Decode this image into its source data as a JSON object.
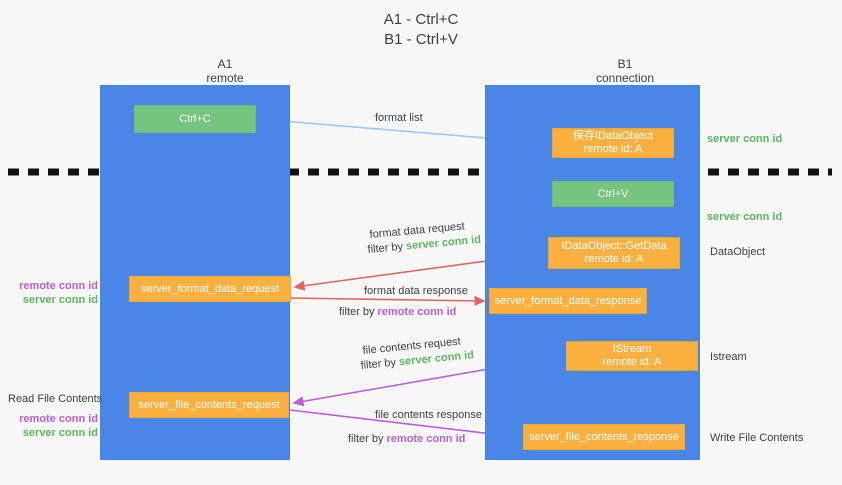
{
  "title": {
    "line1": "A1 - Ctrl+C",
    "line2": "B1 - Ctrl+V"
  },
  "colors": {
    "lane": "#4a86e8",
    "green_node": "#76c47d",
    "orange_node": "#fbb040",
    "server_conn_id": "#5cb85c",
    "remote_conn_id": "#bb5fd6",
    "arrow_blue": "#9fc5f8",
    "arrow_red": "#e06666",
    "arrow_purple": "#bb5fd6",
    "arrow_black": "#000000",
    "background": "#f8f8f8"
  },
  "columns": [
    {
      "name": "A1",
      "role": "remote"
    },
    {
      "name": "B1",
      "role": "connection"
    }
  ],
  "nodes": {
    "ctrl_c": {
      "label": "Ctrl+C",
      "sub": ""
    },
    "save_dataobject": {
      "label": "保存IDataObject",
      "sub": "remote id: A"
    },
    "ctrl_v": {
      "label": "Ctrl+V",
      "sub": ""
    },
    "getdata": {
      "label": "IDataObject::GetData",
      "sub": "remote id: A"
    },
    "format_data_request": {
      "label": "server_format_data_request",
      "sub": ""
    },
    "format_data_response": {
      "label": "server_format_data_response",
      "sub": ""
    },
    "istream": {
      "label": "IStream",
      "sub": "remote id: A"
    },
    "file_contents_request": {
      "label": "server_file_contents_request",
      "sub": ""
    },
    "file_contents_response": {
      "label": "server_file_contents_response",
      "sub": ""
    }
  },
  "edge_labels": {
    "format_list": "format list",
    "format_data_request": "format data request",
    "format_data_request_filter_prefix": "filter by ",
    "format_data_request_filter_key": "server conn id",
    "format_data_response": "format data response",
    "format_data_response_filter_prefix": "filter by ",
    "format_data_response_filter_key": "remote conn id",
    "file_contents_request": "file contents request",
    "file_contents_request_filter_prefix": "filter by ",
    "file_contents_request_filter_key": "server conn id",
    "file_contents_response": "file contents response",
    "file_contents_response_filter_prefix": "filter by ",
    "file_contents_response_filter_key": "remote conn id"
  },
  "annotations": {
    "server_conn_id_top": "server conn id",
    "server_conn_id_mid": "server conn id",
    "dataobject": "DataObject",
    "istream": "Istream",
    "write_file_contents": "Write File Contents",
    "read_file_contents": "Read File Contents",
    "remote_conn_id_left_1": "remote conn id",
    "server_conn_id_left_1": "server conn id",
    "remote_conn_id_left_2": "remote conn id",
    "server_conn_id_left_2": "server conn id"
  }
}
